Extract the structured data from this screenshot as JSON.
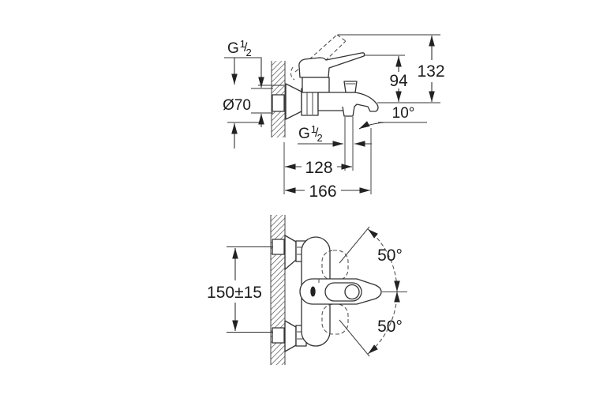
{
  "drawing": {
    "background_color": "#ffffff",
    "line_color": "#333333",
    "text_color": "#1b1b1b",
    "side_view": {
      "wall_thread": {
        "prefix": "G",
        "numerator": "1",
        "slash": "/",
        "denominator": "2"
      },
      "escutcheon_diameter": "Ø70",
      "outlet_height": "94",
      "overall_height": "132",
      "spout_angle": "10°",
      "outlet_thread": {
        "prefix": "G",
        "numerator": "1",
        "slash": "/",
        "denominator": "2"
      },
      "wall_to_outlet": "128",
      "wall_to_spout": "166"
    },
    "front_view": {
      "pipe_spacing": "150±15",
      "lever_angle_up": "50°",
      "lever_angle_down": "50°"
    }
  }
}
